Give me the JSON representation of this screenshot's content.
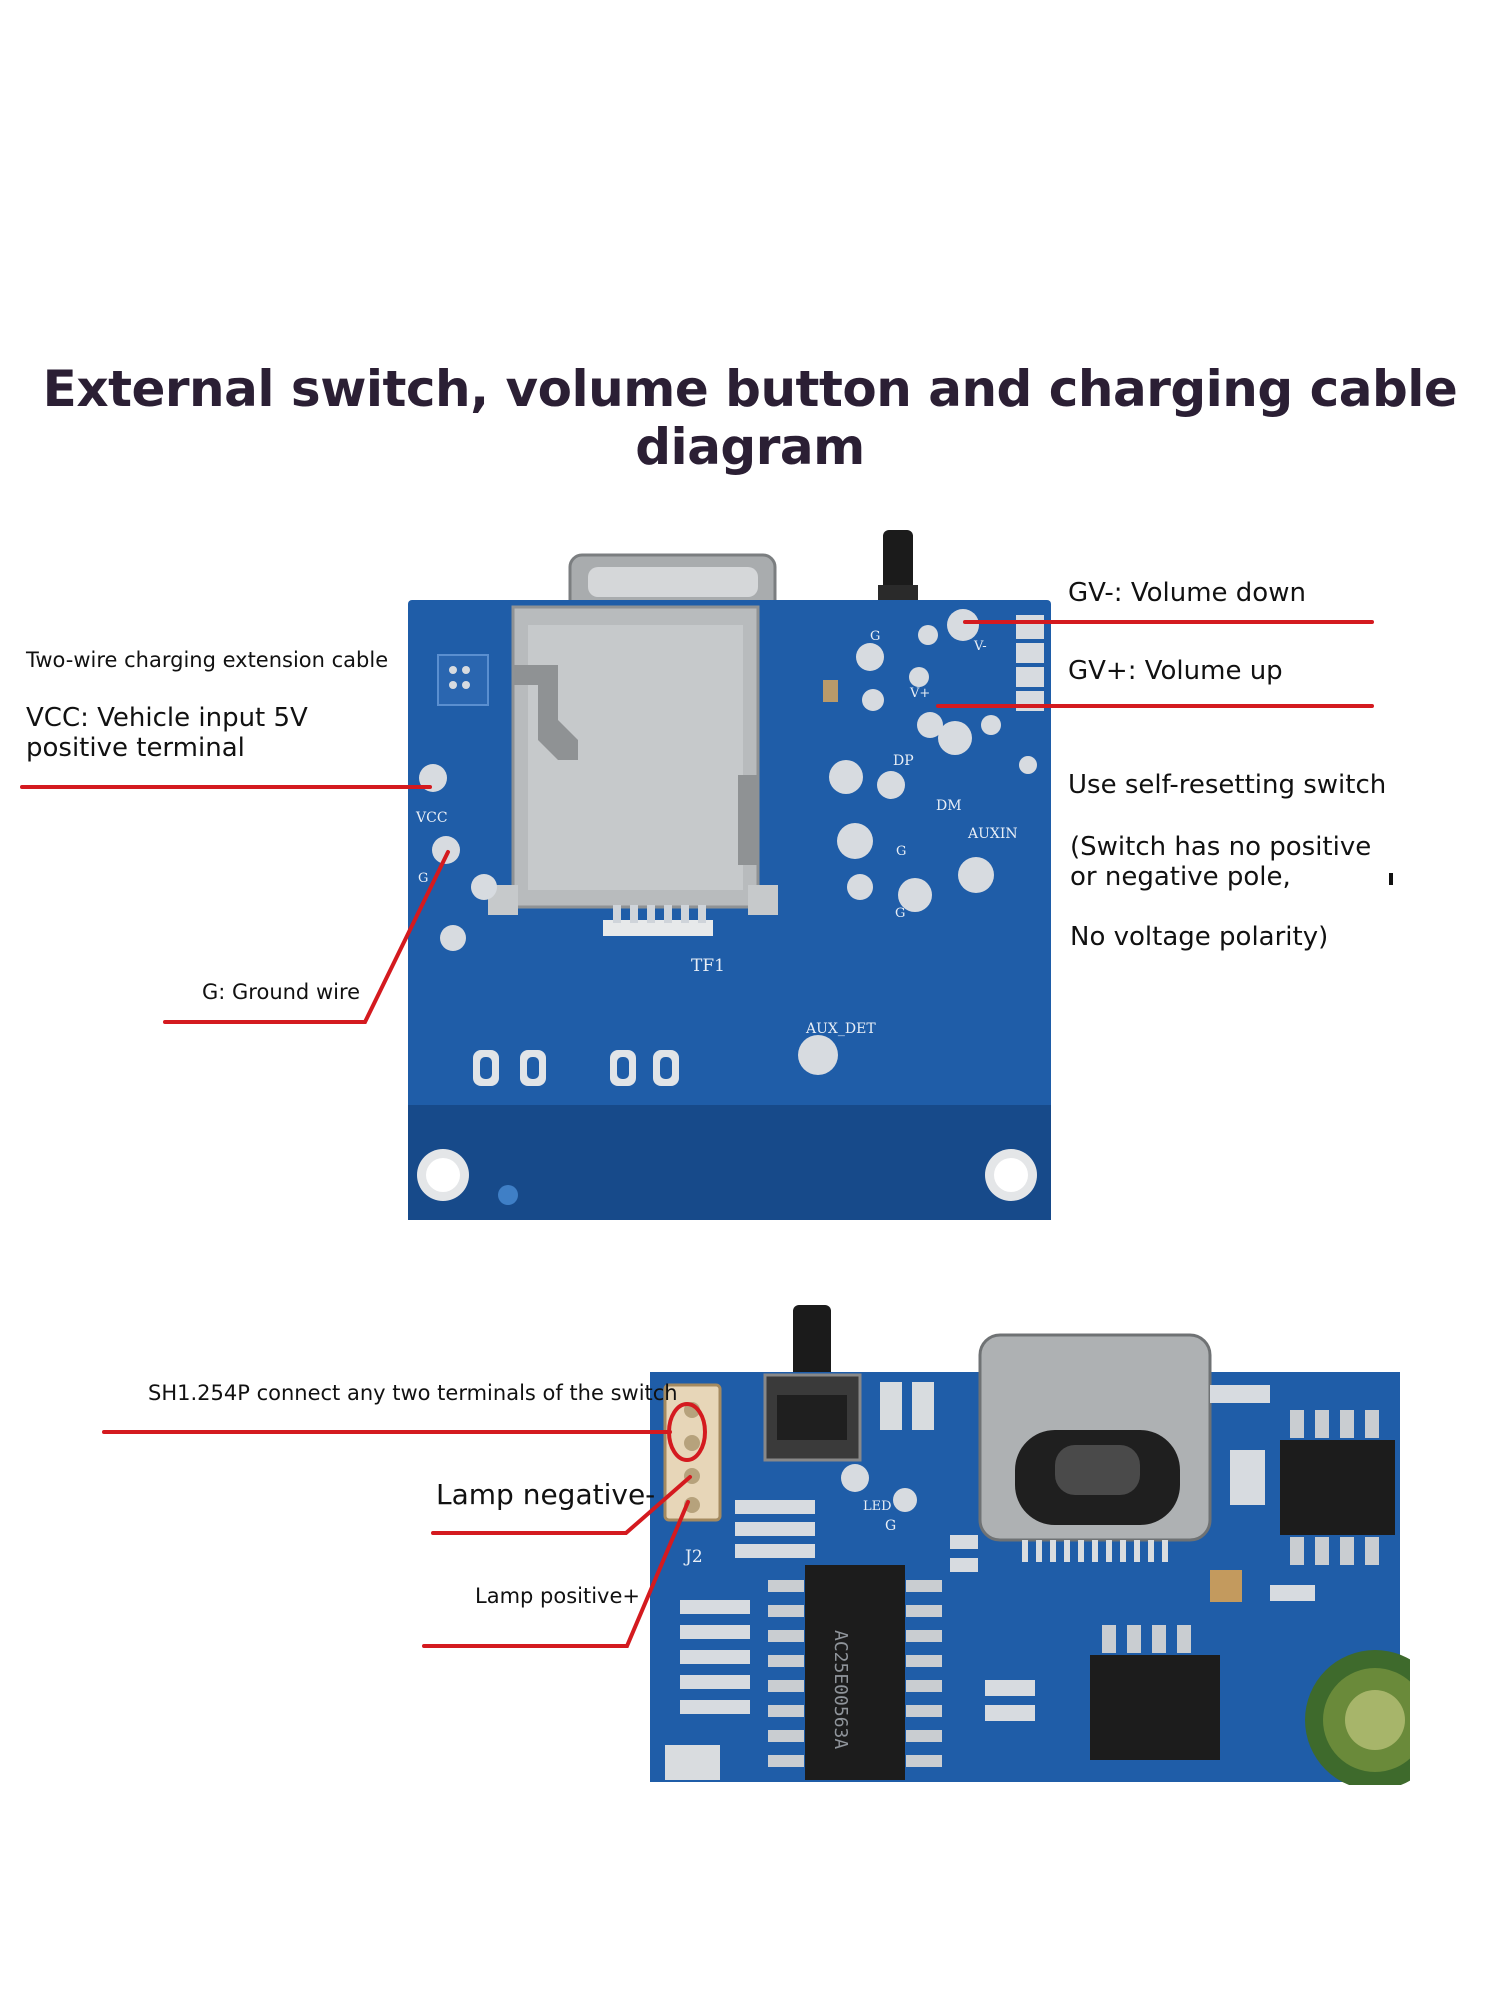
{
  "title": "External switch, volume button and charging cable diagram",
  "top_board": {
    "labels": {
      "charging_cable": "Two-wire charging extension cable",
      "vcc": "VCC: Vehicle input 5V positive terminal",
      "ground": "G: Ground wire",
      "gv_minus": "GV-: Volume down",
      "gv_plus": "GV+: Volume up",
      "switch_type": "Use self-resetting switch",
      "switch_polarity": "(Switch has no positive or negative pole,",
      "voltage": "No voltage polarity)"
    },
    "silkscreen": {
      "tf1": "TF1",
      "vcc": "VCC",
      "g": "G",
      "v_minus": "V-",
      "v_plus": "V+",
      "dp": "DP",
      "dm": "DM",
      "aux_in": "AUXIN",
      "aux_det": "AUX_DET"
    }
  },
  "bottom_board": {
    "labels": {
      "sh_connector": "SH1.254P connect any two terminals of the switch",
      "lamp_negative": "Lamp negative-",
      "lamp_positive": "Lamp positive+"
    },
    "silkscreen": {
      "j2": "J2",
      "led": "LED",
      "g": "G",
      "chip": "AC25E00563A"
    }
  },
  "colors": {
    "pcb": "#1f5da8",
    "pcb_dark": "#174a8a",
    "pad": "#cfd4da",
    "metal": "#b9bcbf",
    "red_line": "#d41a1f",
    "title": "#2b1f34"
  }
}
